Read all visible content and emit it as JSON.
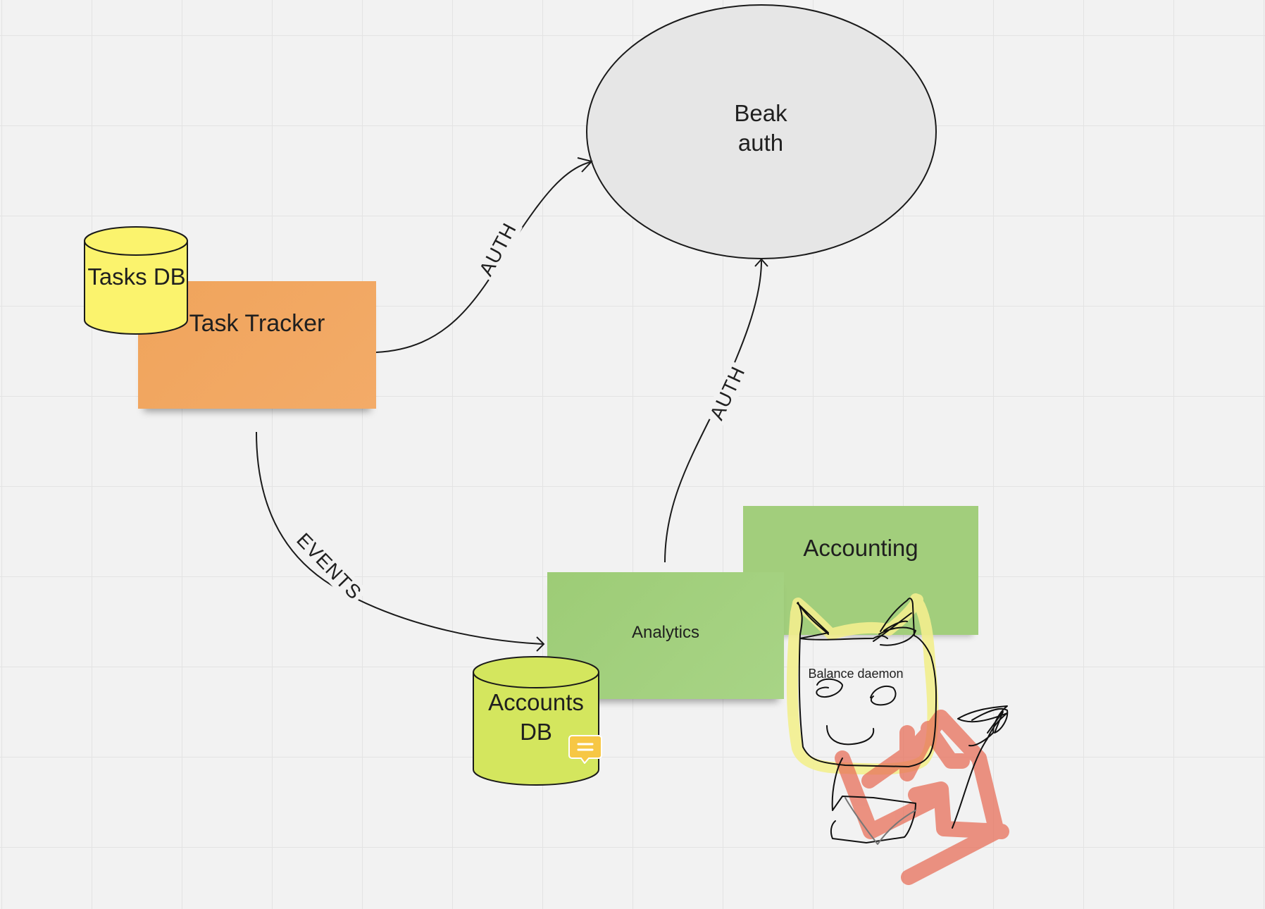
{
  "nodes": {
    "beak_auth": {
      "line1": "Beak",
      "line2": "auth"
    },
    "tasks_db": "Tasks DB",
    "task_tracker": "Task Tracker",
    "analytics": "Analytics",
    "accounting": "Accounting",
    "accounts_db": {
      "line1": "Accounts",
      "line2": "DB"
    },
    "balance_daemon": "Balance daemon"
  },
  "edges": {
    "tracker_to_auth": "AUTH",
    "analytics_to_auth": "AUTH",
    "tracker_to_analytics": "EVENTS"
  },
  "colors": {
    "background": "#f2f2f2",
    "task_tracker_sticky": "#f0a45c",
    "green_sticky": "#a2ce7c",
    "tasks_db_cylinder": "#fbf36d",
    "accounts_db_cylinder": "#d4e65e",
    "auth_ellipse": "#e6e6e6",
    "comment_badge": "#f7c744",
    "highlighter_yellow": "#f3ef8e",
    "highlighter_red": "#e8705a"
  },
  "icons": {
    "comment": "comment-icon"
  }
}
